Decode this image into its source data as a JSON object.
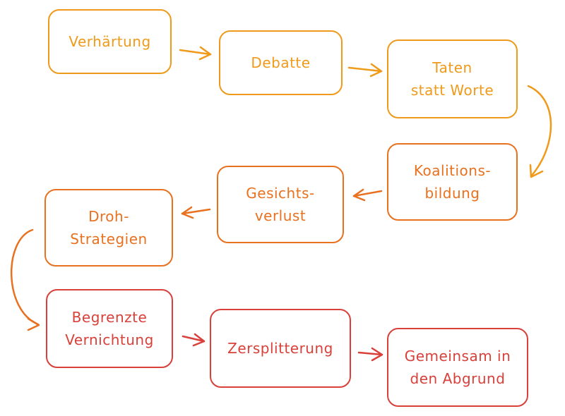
{
  "colors": {
    "stage1": "#ef9a1a",
    "stage2": "#e8711f",
    "stage3": "#d9403a"
  },
  "nodes": [
    {
      "id": "verhaertung",
      "label": "Verhärtung",
      "stage": "stage1"
    },
    {
      "id": "debatte",
      "label": "Debatte",
      "stage": "stage1"
    },
    {
      "id": "taten",
      "label": "Taten\nstatt Worte",
      "stage": "stage1"
    },
    {
      "id": "koalitionsbildung",
      "label": "Koalitions-\nbildung",
      "stage": "stage2"
    },
    {
      "id": "gesichtsverlust",
      "label": "Gesichts-\nverlust",
      "stage": "stage2"
    },
    {
      "id": "drohstrategien",
      "label": "Droh-\nStrategien",
      "stage": "stage2"
    },
    {
      "id": "begrenzte-vernichtung",
      "label": "Begrenzte\nVernichtung",
      "stage": "stage3"
    },
    {
      "id": "zersplitterung",
      "label": "Zersplitterung",
      "stage": "stage3"
    },
    {
      "id": "gemeinsam-abgrund",
      "label": "Gemeinsam in\nden Abgrund",
      "stage": "stage3"
    }
  ]
}
